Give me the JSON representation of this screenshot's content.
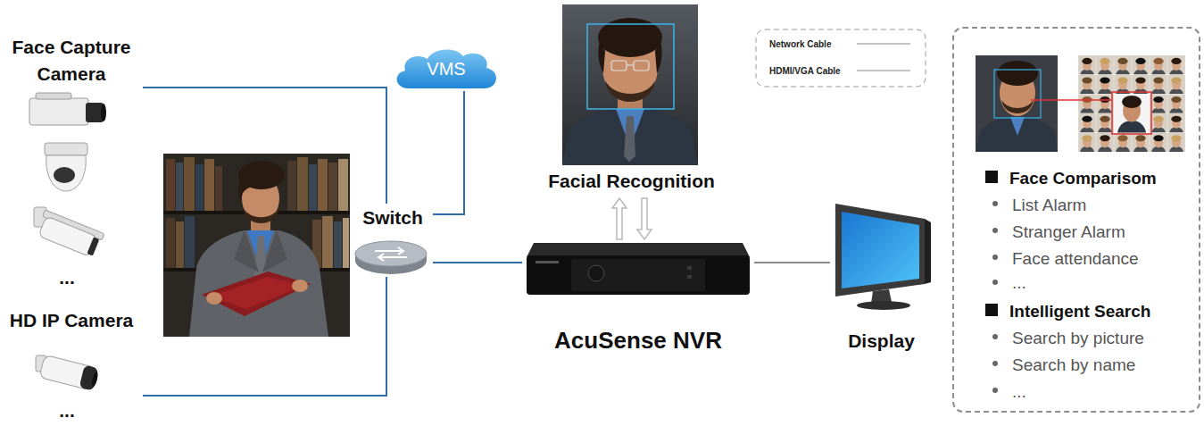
{
  "diagram": {
    "nodes": [
      {
        "text": [
          "Face Capture Camera",
          "..."
        ]
      },
      {
        "text": [
          "VMS"
        ]
      },
      {
        "text": [
          "Facial Recognition"
        ]
      },
      {
        "text": [
          "Switch"
        ]
      },
      {
        "text": [
          "AcuSense NVR"
        ]
      },
      {
        "text": [
          "Display"
        ]
      },
      {
        "text": [
          "Face Comparisom",
          "List Alarm",
          "Stranger Alarm",
          "Face attendance",
          "...",
          "Intelligent Search",
          "Search by picture",
          "Search by name",
          "..."
        ]
      },
      {
        "text": [
          "HD IP Camera",
          "..."
        ]
      }
    ],
    "edges": [
      {
        "from": 0,
        "to": 3,
        "arrow": "none"
      },
      {
        "from": 7,
        "to": 3,
        "arrow": "none"
      },
      {
        "from": 3,
        "to": 1,
        "arrow": "none"
      },
      {
        "from": 3,
        "to": 4,
        "arrow": "none"
      },
      {
        "from": 4,
        "to": 5,
        "arrow": "none"
      },
      {
        "from": 2,
        "to": 4,
        "arrow": "both"
      }
    ],
    "legend": [
      {
        "text": "Network Cable"
      },
      {
        "text": "HDMI/VGA Cable"
      }
    ]
  }
}
